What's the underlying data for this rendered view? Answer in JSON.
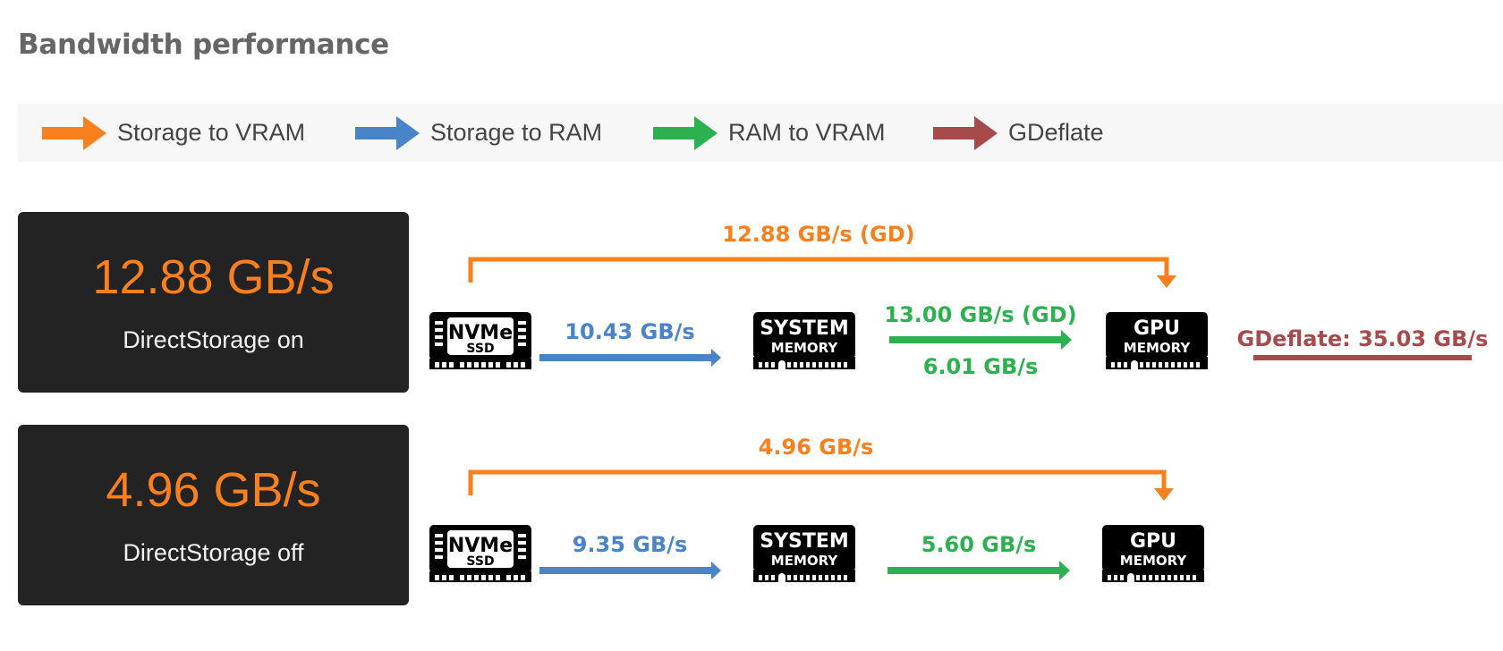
{
  "title": "Bandwidth performance",
  "colors": {
    "storage_to_vram": "#fa7f1d",
    "storage_to_ram": "#4a84c8",
    "ram_to_vram": "#2db150",
    "gdeflate": "#a84a4c",
    "card_bg": "#232323",
    "legend_bg": "#f7f7f7"
  },
  "legend": [
    {
      "label": "Storage to VRAM",
      "color": "#fa7f1d",
      "icon": "arrow-right-icon"
    },
    {
      "label": "Storage to RAM",
      "color": "#4a84c8",
      "icon": "arrow-right-icon"
    },
    {
      "label": "RAM to VRAM",
      "color": "#2db150",
      "icon": "arrow-right-icon"
    },
    {
      "label": "GDeflate",
      "color": "#a84a4c",
      "icon": "arrow-right-icon"
    }
  ],
  "chips": {
    "nvme": {
      "line1": "NVMe",
      "line2": "SSD"
    },
    "system": {
      "line1": "SYSTEM",
      "line2": "MEMORY"
    },
    "gpu": {
      "line1": "GPU",
      "line2": "MEMORY"
    }
  },
  "rows": [
    {
      "total": "12.88 GB/s",
      "mode": "DirectStorage on",
      "storage_to_vram": "12.88 GB/s (GD)",
      "storage_to_ram": "10.43 GB/s",
      "ram_to_vram_top": "13.00 GB/s (GD)",
      "ram_to_vram_bottom": "6.01 GB/s",
      "gdeflate": "GDeflate: 35.03 GB/s"
    },
    {
      "total": "4.96 GB/s",
      "mode": "DirectStorage off",
      "storage_to_vram": "4.96 GB/s",
      "storage_to_ram": "9.35 GB/s",
      "ram_to_vram_top": "5.60 GB/s"
    }
  ]
}
